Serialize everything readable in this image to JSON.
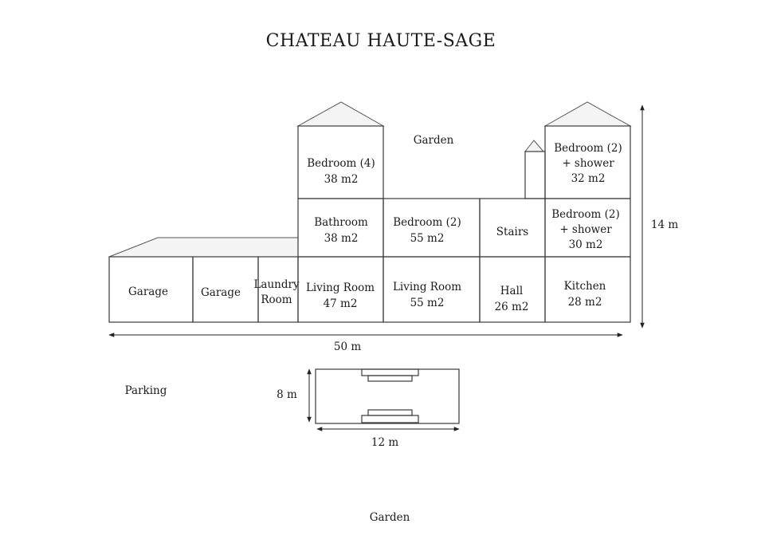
{
  "title": "CHATEAU HAUTE-SAGE",
  "labels": {
    "garden_top": "Garden",
    "garden_bottom": "Garden",
    "parking": "Parking",
    "dim_width": "50 m",
    "dim_height": "14 m",
    "pool_height": "8 m",
    "pool_width": "12 m"
  },
  "rooms": {
    "garage1": [
      "Garage"
    ],
    "garage2": [
      "Garage"
    ],
    "laundry": [
      "Laundry",
      "Room"
    ],
    "living1": [
      "Living Room",
      "47 m2"
    ],
    "living2": [
      "Living Room",
      "55 m2"
    ],
    "hall": [
      "Hall",
      "26 m2"
    ],
    "kitchen": [
      "Kitchen",
      "28 m2"
    ],
    "bathroom": [
      "Bathroom",
      "38 m2"
    ],
    "bedroom_mid": [
      "Bedroom (2)",
      "55 m2"
    ],
    "stairs": [
      "Stairs"
    ],
    "bedroom_shower_low": [
      "Bedroom (2)",
      "+ shower",
      "30 m2"
    ],
    "bedroom4": [
      "Bedroom (4)",
      "38 m2"
    ],
    "bedroom_shower_top": [
      "Bedroom (2)",
      "+ shower",
      "32 m2"
    ]
  }
}
